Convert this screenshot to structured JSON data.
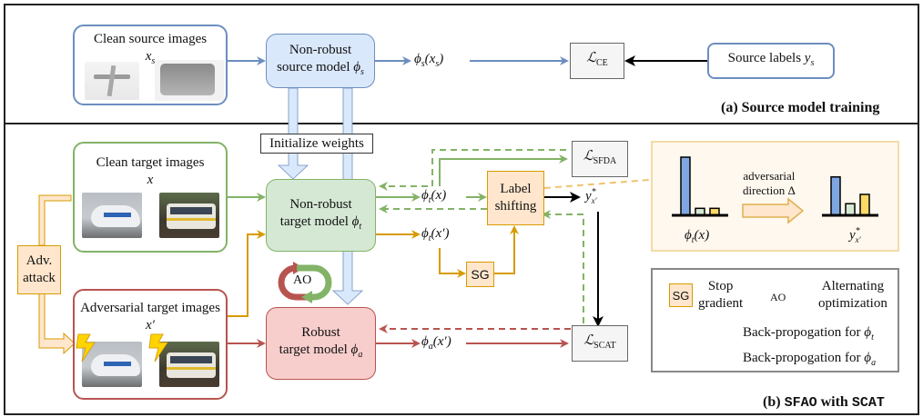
{
  "panel_a": {
    "caption": "(a) Source model training",
    "source_images": {
      "title": "Clean source images",
      "var": "x",
      "var_sub": "s"
    },
    "source_model": {
      "line1": "Non-robust",
      "line2": "source model ",
      "symbol": "ϕ",
      "symbol_sub": "s"
    },
    "source_output": {
      "text": "ϕ",
      "sub": "s",
      "arg": "(x",
      "arg_sub": "s",
      "close": ")"
    },
    "loss_ce": {
      "symbol": "ℒ",
      "sub": "CE"
    },
    "source_labels": {
      "text": "Source labels ",
      "var": "y",
      "var_sub": "s"
    }
  },
  "panel_b": {
    "caption_prefix": "(b) ",
    "caption_method": "SFAO",
    "caption_mid": " with ",
    "caption_loss": "SCAT",
    "init_weights": "Initialize weights",
    "clean_target": {
      "title": "Clean target images",
      "var": "x"
    },
    "adv_target": {
      "title": "Adversarial target images",
      "var": "x′"
    },
    "adv_attack": {
      "line1": "Adv.",
      "line2": "attack"
    },
    "target_model": {
      "line1": "Non-robust",
      "line2": "target model ",
      "symbol": "ϕ",
      "symbol_sub": "t"
    },
    "robust_model": {
      "line1": "Robust",
      "line2": "target model ",
      "symbol": "ϕ",
      "symbol_sub": "a"
    },
    "ao_label": "AO",
    "phi_t_x": {
      "text": "ϕ",
      "sub": "t",
      "arg": "(x)"
    },
    "phi_t_xp": {
      "text": "ϕ",
      "sub": "t",
      "arg": "(x′)"
    },
    "phi_a_xp": {
      "text": "ϕ",
      "sub": "a",
      "arg": "(x′)"
    },
    "sg_label": "SG",
    "label_shifting": {
      "line1": "Label",
      "line2": "shifting"
    },
    "y_star": {
      "var": "y",
      "sup": "*",
      "sub": "x′"
    },
    "loss_sfda": {
      "symbol": "ℒ",
      "sub": "SFDA"
    },
    "loss_scat": {
      "symbol": "ℒ",
      "sub": "SCAT"
    },
    "inset": {
      "direction_line1": "adversarial",
      "direction_line2": "direction Δ",
      "left_label": {
        "text": "ϕ",
        "sub": "t",
        "arg": "(x)"
      },
      "right_label": {
        "var": "y",
        "sup": "*",
        "sub": "x′"
      },
      "left_bars": [
        1.0,
        0.12,
        0.12
      ],
      "right_bars": [
        0.66,
        0.2,
        0.36
      ],
      "bar_colors": [
        "#7ea6e0",
        "#d5e8d4",
        "#ffd966"
      ]
    },
    "legend": {
      "sg_box": "SG",
      "sg_text_line1": "Stop",
      "sg_text_line2": "gradient",
      "ao_box": "AO",
      "ao_text_line1": "Alternating",
      "ao_text_line2": "optimization",
      "bp_t": {
        "text": "Back-propogation for ",
        "symbol": "ϕ",
        "sub": "t"
      },
      "bp_a": {
        "text": "Back-propogation for ",
        "symbol": "ϕ",
        "sub": "a"
      }
    }
  },
  "colors": {
    "blue": "#6c8ebf",
    "blue_fill": "#dae8fc",
    "green": "#82b366",
    "green_fill": "#d5e8d4",
    "red": "#b85450",
    "red_fill": "#f8cecc",
    "orange": "#d79b00",
    "orange_fill": "#ffe6cc",
    "gray_fill": "#f5f5f5"
  }
}
